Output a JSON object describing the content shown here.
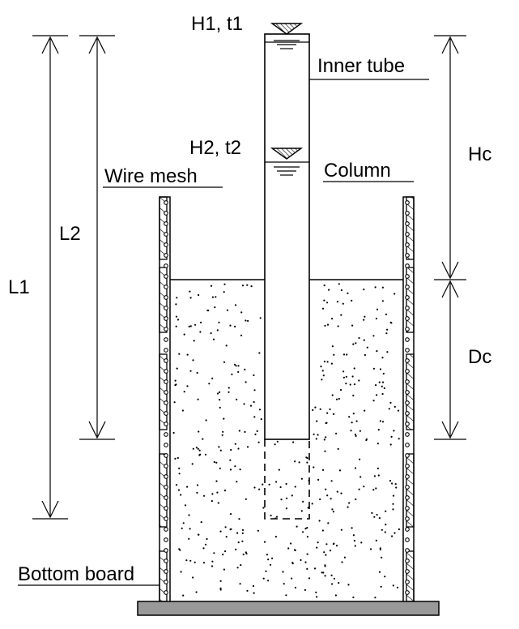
{
  "labels": {
    "h1_t1": "H1, t1",
    "h2_t2": "H2, t2",
    "inner_tube": "Inner tube",
    "wire_mesh": "Wire mesh",
    "column": "Column",
    "l1": "L1",
    "l2": "L2",
    "hc": "Hc",
    "dc": "Dc",
    "bottom_board": "Bottom board"
  },
  "colors": {
    "line": "#000000",
    "bottom_board": "#999999",
    "background": "#ffffff"
  }
}
